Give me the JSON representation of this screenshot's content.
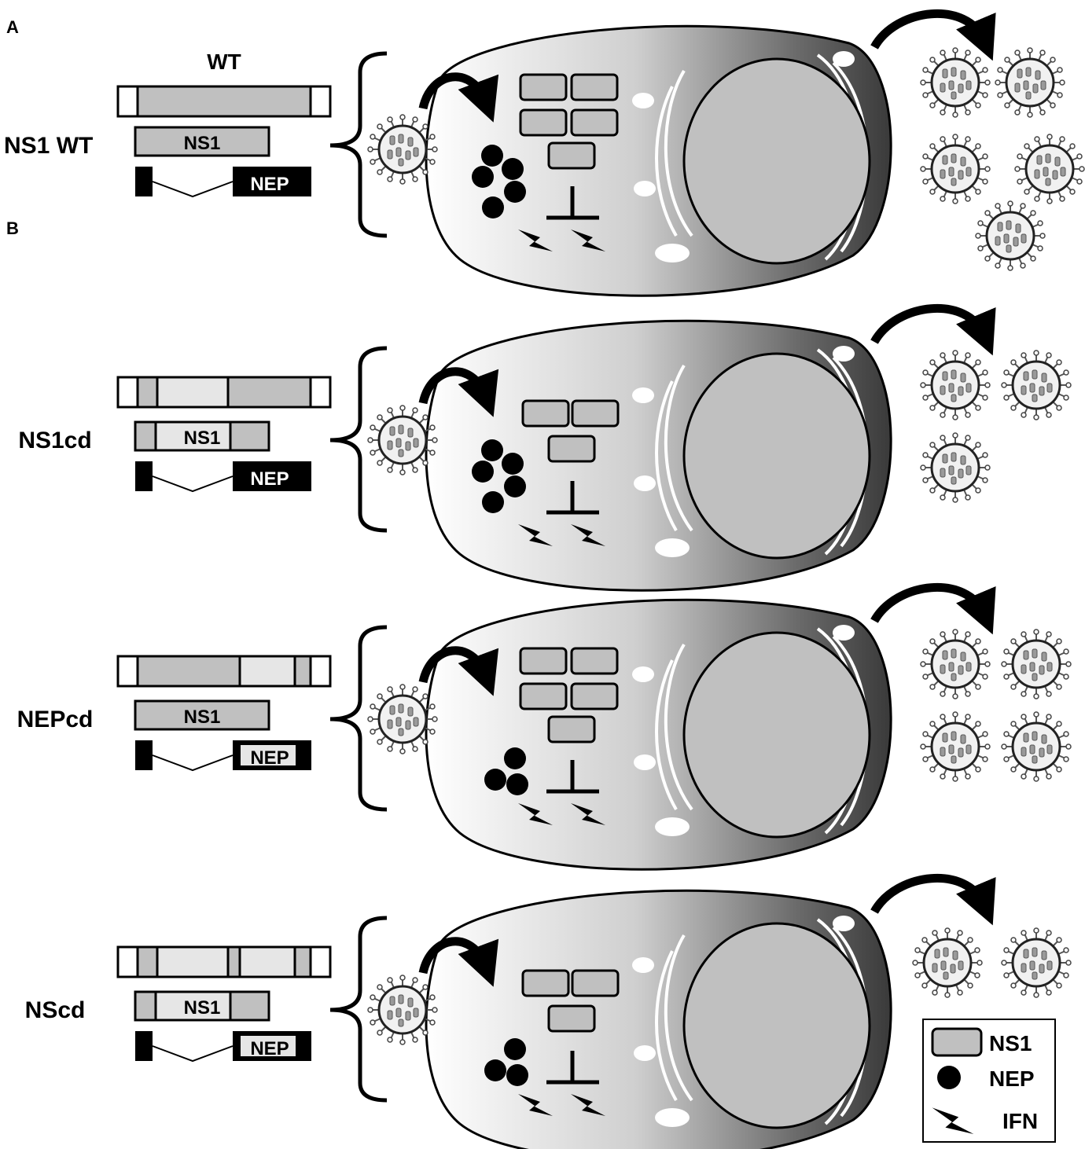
{
  "panels": {
    "a": {
      "letter": "A",
      "wt_label": "WT"
    },
    "b": {
      "letter": "B"
    }
  },
  "rows": [
    {
      "label": "NS1 WT",
      "ns1": "NS1",
      "nep": "NEP",
      "ns1_blocks": 5,
      "nep_dots": 5,
      "progeny": 5,
      "ns1_codon_deopt": false,
      "nep_codon_deopt": false
    },
    {
      "label": "NS1cd",
      "ns1": "NS1",
      "nep": "NEP",
      "ns1_blocks": 3,
      "nep_dots": 5,
      "progeny": 3,
      "ns1_codon_deopt": true,
      "nep_codon_deopt": false
    },
    {
      "label": "NEPcd",
      "ns1": "NS1",
      "nep": "NEP",
      "ns1_blocks": 5,
      "nep_dots": 3,
      "progeny": 4,
      "ns1_codon_deopt": false,
      "nep_codon_deopt": true
    },
    {
      "label": "NScd",
      "ns1": "NS1",
      "nep": "NEP",
      "ns1_blocks": 3,
      "nep_dots": 3,
      "progeny": 2,
      "ns1_codon_deopt": true,
      "nep_codon_deopt": true
    }
  ],
  "legend": {
    "ns1": "NS1",
    "nep": "NEP",
    "ifn": "IFN"
  },
  "colors": {
    "ns1_fill": "#c0c0c0",
    "deopt_fill": "#e6e6e6",
    "black": "#000000"
  }
}
